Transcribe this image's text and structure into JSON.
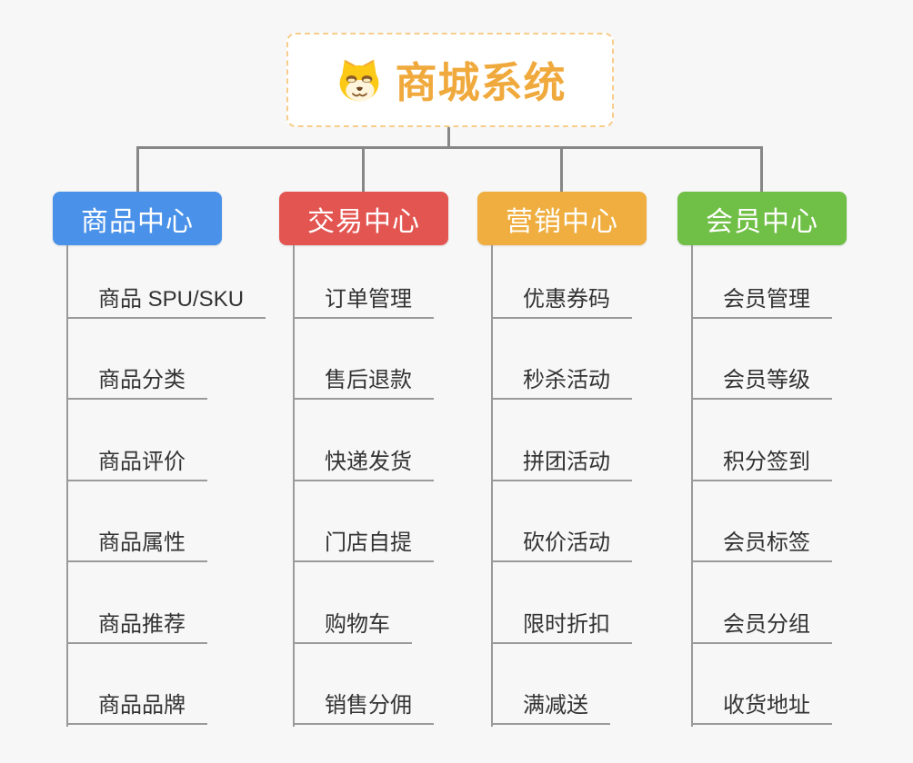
{
  "canvas_background": "#F7F7F7",
  "connector_color": "#878787",
  "root": {
    "label": "商城系统",
    "icon": "dog-face-icon",
    "text_color": "#F0A93C",
    "border_color": "#F7CD8B",
    "background": "#FFFFFF"
  },
  "branches": [
    {
      "label": "商品中心",
      "color": "#4A91E9",
      "items": [
        "商品 SPU/SKU",
        "商品分类",
        "商品评价",
        "商品属性",
        "商品推荐",
        "商品品牌"
      ]
    },
    {
      "label": "交易中心",
      "color": "#E35551",
      "items": [
        "订单管理",
        "售后退款",
        "快递发货",
        "门店自提",
        "购物车",
        "销售分佣"
      ]
    },
    {
      "label": "营销中心",
      "color": "#EFAE3F",
      "items": [
        "优惠券码",
        "秒杀活动",
        "拼团活动",
        "砍价活动",
        "限时折扣",
        "满减送"
      ]
    },
    {
      "label": "会员中心",
      "color": "#70BF46",
      "items": [
        "会员管理",
        "会员等级",
        "积分签到",
        "会员标签",
        "会员分组",
        "收货地址"
      ]
    }
  ]
}
